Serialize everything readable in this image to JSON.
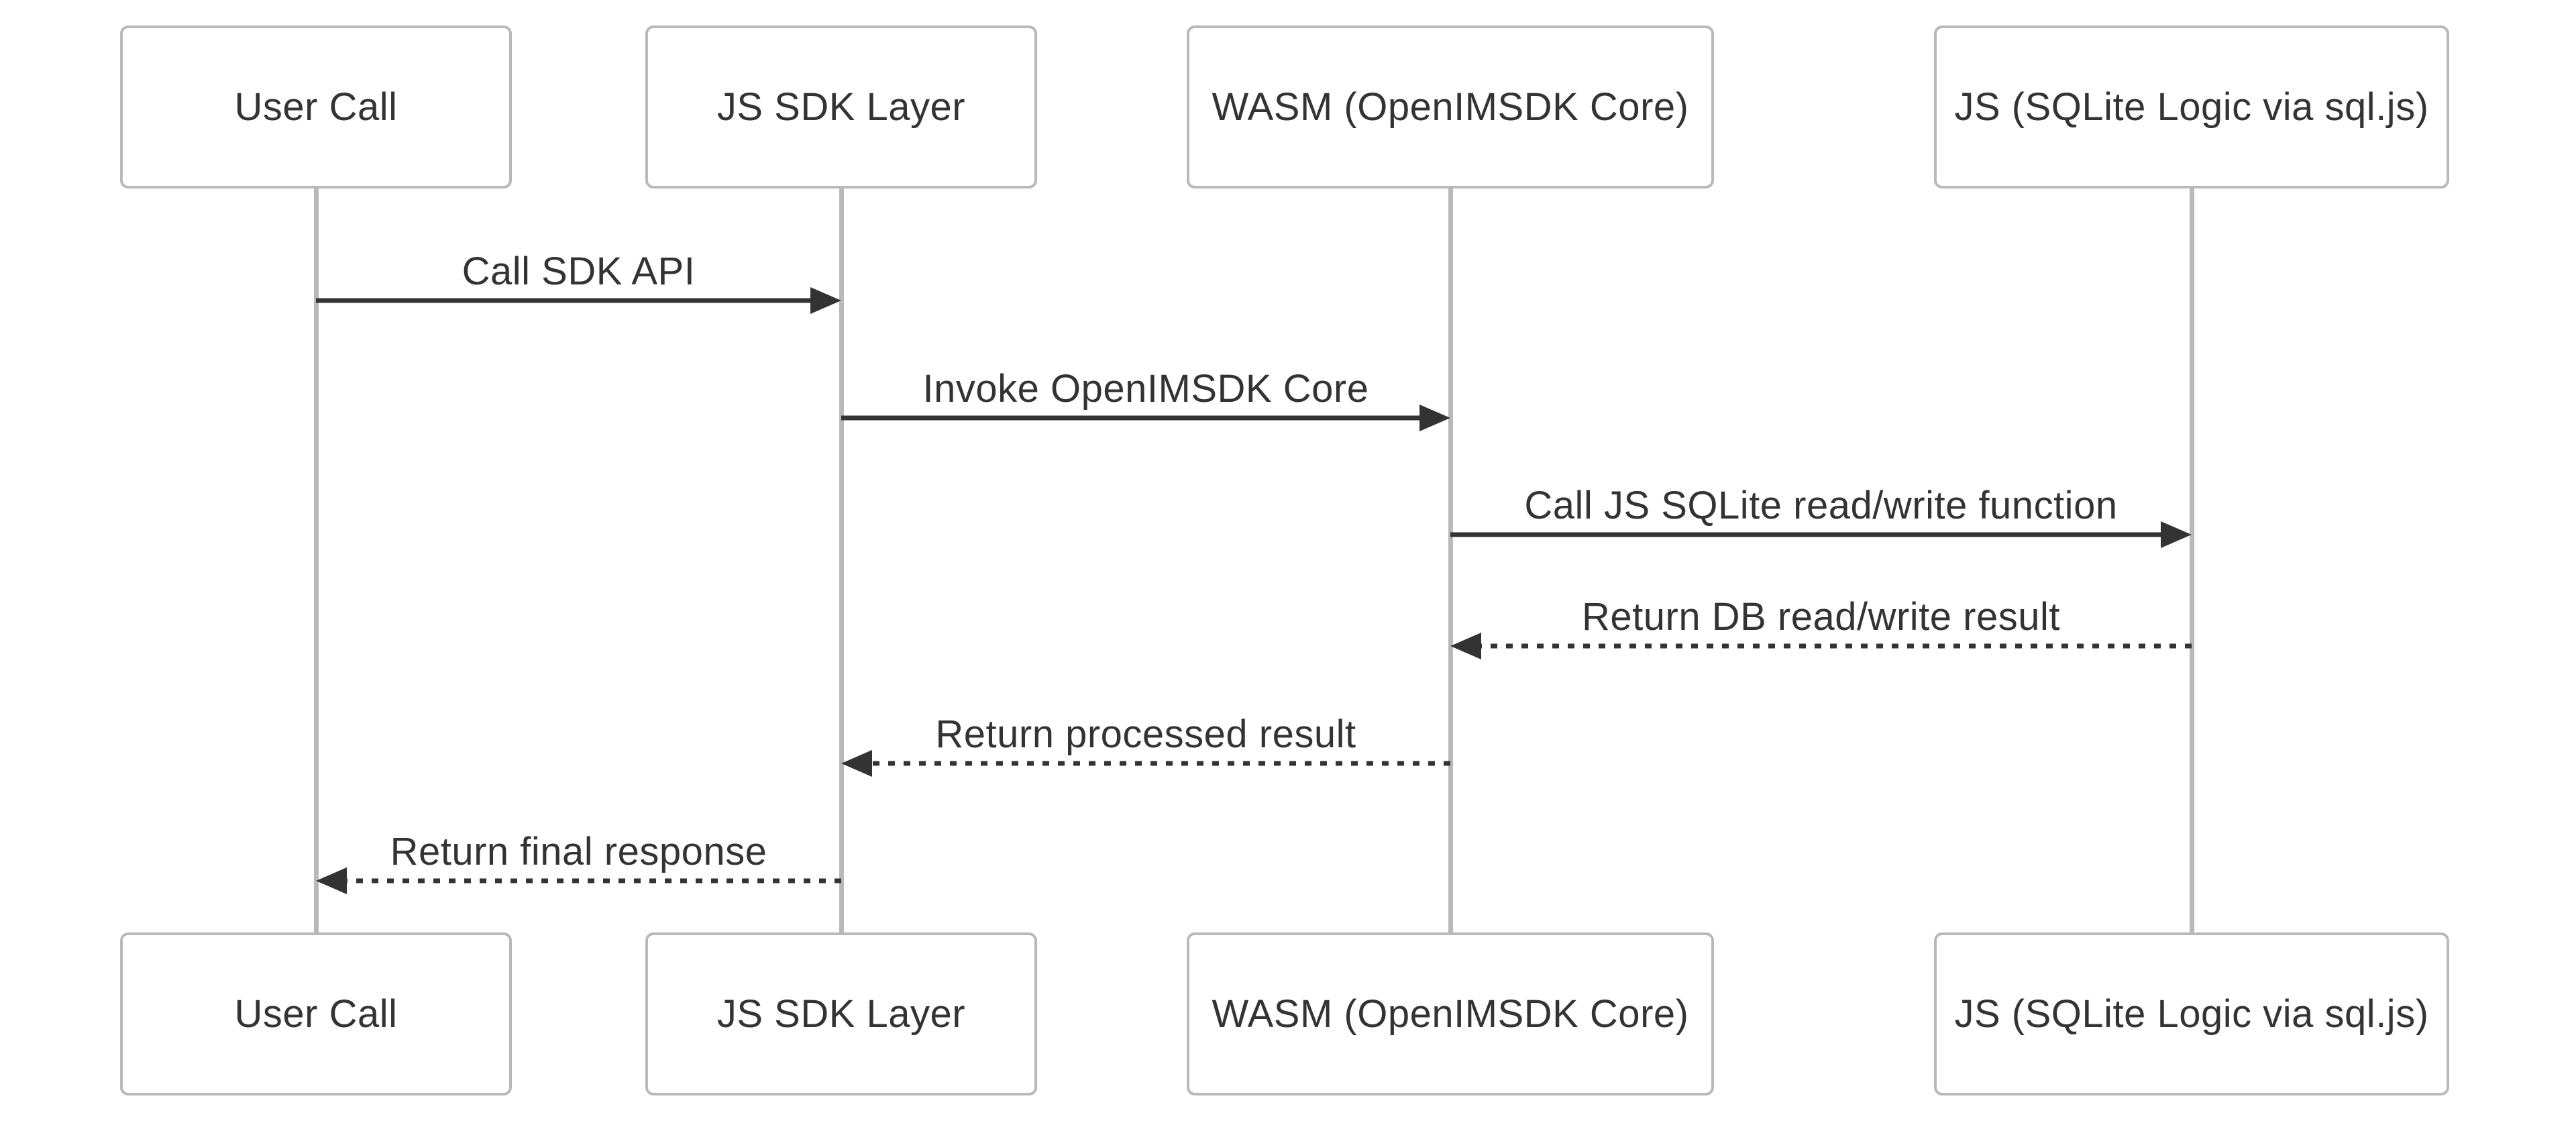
{
  "diagram": {
    "type": "sequence-diagram",
    "participants": [
      {
        "label": "User Call"
      },
      {
        "label": "JS SDK Layer"
      },
      {
        "label": "WASM (OpenIMSDK Core)"
      },
      {
        "label": "JS (SQLite Logic via sql.js)"
      }
    ],
    "messages": [
      {
        "text": "Call SDK API",
        "from": 0,
        "to": 1,
        "line": "solid"
      },
      {
        "text": "Invoke OpenIMSDK Core",
        "from": 1,
        "to": 2,
        "line": "solid"
      },
      {
        "text": "Call JS SQLite read/write function",
        "from": 2,
        "to": 3,
        "line": "solid"
      },
      {
        "text": "Return DB read/write result",
        "from": 3,
        "to": 2,
        "line": "dashed"
      },
      {
        "text": "Return processed result",
        "from": 2,
        "to": 1,
        "line": "dashed"
      },
      {
        "text": "Return final response",
        "from": 1,
        "to": 0,
        "line": "dashed"
      }
    ],
    "colors": {
      "background": "#ffffff",
      "actor_fill": "#ffffff",
      "actor_border": "#b9b9b9",
      "lifeline": "#b9b9b9",
      "arrow": "#333333",
      "text": "#333333"
    }
  }
}
